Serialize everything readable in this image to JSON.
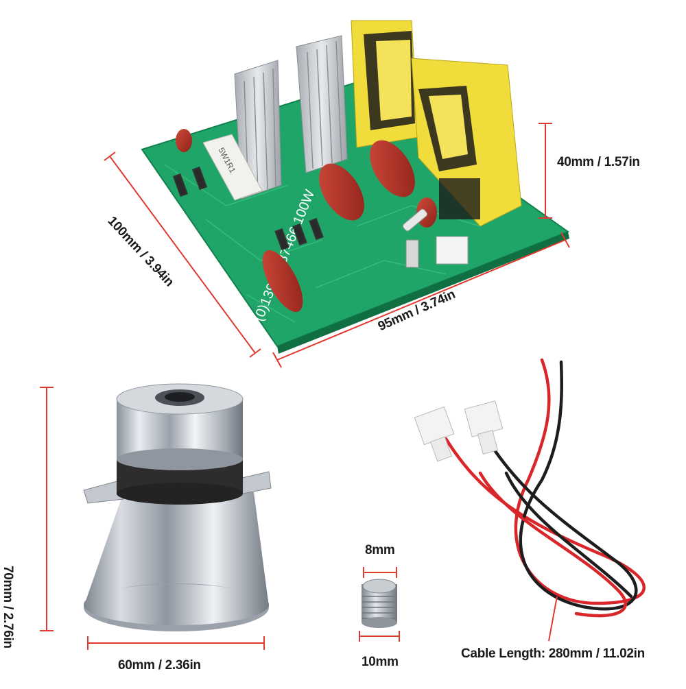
{
  "scene": {
    "background": "#ffffff",
    "accent_line_color": "#e0392f",
    "pcb_color": "#1fa567",
    "capacitor_color": "#b8342a",
    "transformer_color": "#f0dc3a",
    "heatsink_color": "#c9ccd1",
    "metal_color": "#cdd3da",
    "wire_red": "#d8262a",
    "wire_black": "#1d1d1d"
  },
  "dimensions": {
    "board_height": "40mm / 1.57in",
    "board_width": "95mm / 3.74in",
    "board_depth": "100mm / 3.94in",
    "transducer_height": "70mm / 2.76in",
    "transducer_width": "60mm / 2.36in",
    "bolt_top": "8mm",
    "bolt_bottom": "10mm",
    "cable_length": "Cable Length: 280mm / 11.02in"
  },
  "pcb_text": {
    "silkscreen": "(0)13913887466 100W",
    "resistor": "5W1R1"
  }
}
